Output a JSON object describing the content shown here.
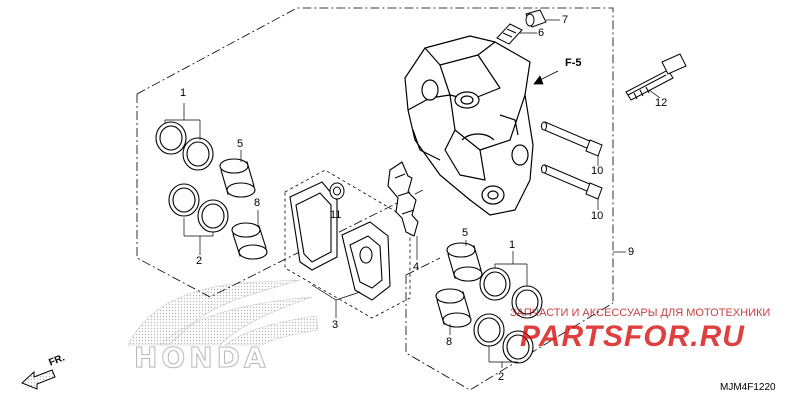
{
  "diagram": {
    "callouts": [
      {
        "id": "c1a",
        "text": "1"
      },
      {
        "id": "c2a",
        "text": "2"
      },
      {
        "id": "c5a",
        "text": "5"
      },
      {
        "id": "c8a",
        "text": "8"
      },
      {
        "id": "c11",
        "text": "11"
      },
      {
        "id": "c3",
        "text": "3"
      },
      {
        "id": "c4",
        "text": "4"
      },
      {
        "id": "c5b",
        "text": "5"
      },
      {
        "id": "c1b",
        "text": "1"
      },
      {
        "id": "c8b",
        "text": "8"
      },
      {
        "id": "c2b",
        "text": "2"
      },
      {
        "id": "c7",
        "text": "7"
      },
      {
        "id": "c6",
        "text": "6"
      },
      {
        "id": "c12",
        "text": "12"
      },
      {
        "id": "c10a",
        "text": "10"
      },
      {
        "id": "c10b",
        "text": "10"
      },
      {
        "id": "c9",
        "text": "9"
      }
    ],
    "reference": "F-5",
    "direction_label": "FR.",
    "diagram_code": "MJM4F1220",
    "brand_logo": "HONDA"
  },
  "watermark": {
    "tagline": "ЗАПЧАСТИ И АКСЕССУАРЫ ДЛЯ МОТОТЕХНИКИ",
    "site": "PARTSFOR.RU",
    "color": "#d40000"
  },
  "colors": {
    "line": "#000000",
    "logo_gray": "#b8b8b8"
  }
}
